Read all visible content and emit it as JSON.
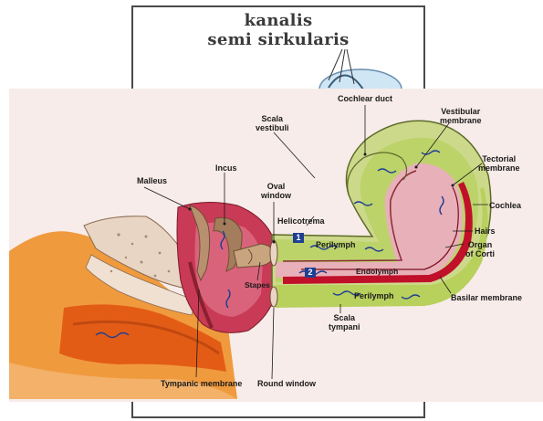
{
  "header": {
    "title_line1": "kanalis",
    "title_line2": "semi sirkularis"
  },
  "labels": {
    "cochlear_duct": "Cochlear duct",
    "scala_vestibuli_1": "Scala",
    "scala_vestibuli_2": "vestibuli",
    "vestibular_membrane_1": "Vestibular",
    "vestibular_membrane_2": "membrane",
    "tectorial_membrane_1": "Tectorial",
    "tectorial_membrane_2": "membrane",
    "cochlea": "Cochlea",
    "hairs": "Hairs",
    "organ_of_corti_1": "Organ",
    "organ_of_corti_2": "of Corti",
    "basilar_membrane": "Basilar membrane",
    "malleus": "Malleus",
    "incus": "Incus",
    "oval_window_1": "Oval",
    "oval_window_2": "window",
    "helicotrema": "Helicotrema",
    "perilymph_upper": "Perilymph",
    "endolymph": "Endolymph",
    "perilymph_lower": "Perilymph",
    "stapes": "Stapes",
    "scala_tympani_1": "Scala",
    "scala_tympani_2": "tympani",
    "tympanic_membrane": "Tympanic membrane",
    "round_window": "Round window",
    "marker_1": "1",
    "marker_2": "2"
  },
  "colors": {
    "panel_bg": "#f7ece9",
    "ear_canal": "#e67a1c",
    "cochlea_outer": "#cdd98a",
    "scala": "#bcd36a",
    "duct": "#e8b0b8",
    "basilar": "#c0102a",
    "middle_ear": "#c93a56",
    "ossicle": "#b89070",
    "bone": "#e9d5c4",
    "marker": "#1f3f93"
  }
}
